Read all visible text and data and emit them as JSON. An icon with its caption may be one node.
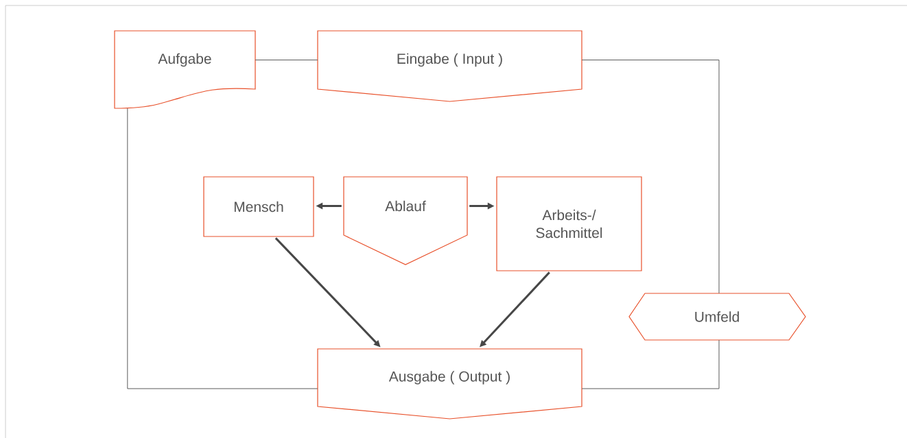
{
  "diagram": {
    "nodes": [
      {
        "text": [
          "Aufgabe"
        ]
      },
      {
        "text": [
          "Eingabe ( Input )"
        ]
      },
      {
        "text": [
          "Mensch"
        ]
      },
      {
        "text": [
          "Ablauf"
        ]
      },
      {
        "text": [
          "Arbeits-/ Sachmittel"
        ]
      },
      {
        "text": [
          "Umfeld"
        ]
      },
      {
        "text": [
          "Ausgabe ( Output )"
        ]
      }
    ],
    "edges": [
      {
        "from": 0,
        "to": 1,
        "arrow": "none"
      },
      {
        "from": 1,
        "to": 5,
        "arrow": "none"
      },
      {
        "from": 5,
        "to": 6,
        "arrow": "none"
      },
      {
        "from": 0,
        "to": 6,
        "arrow": "none"
      },
      {
        "from": 3,
        "to": 2,
        "arrow": "to",
        "style": "thick"
      },
      {
        "from": 3,
        "to": 4,
        "arrow": "to",
        "style": "thick"
      },
      {
        "from": 2,
        "to": 6,
        "arrow": "to",
        "style": "thick"
      },
      {
        "from": 4,
        "to": 6,
        "arrow": "to",
        "style": "thick"
      }
    ]
  }
}
